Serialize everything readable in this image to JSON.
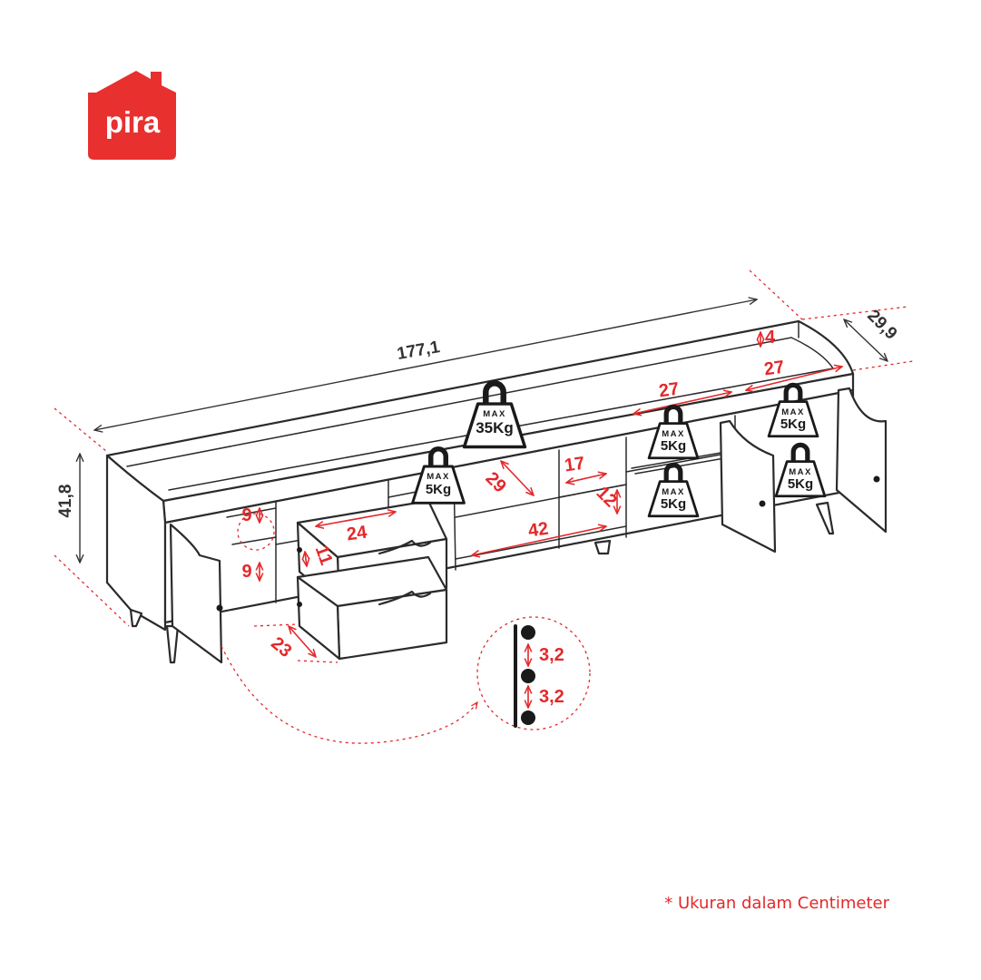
{
  "brand": {
    "name": "pira",
    "color": "#e8302f"
  },
  "accent_color": "#e4282b",
  "line_color": "#2b2b2b",
  "dimensions": {
    "overall_width": "177,1",
    "overall_depth": "29,9",
    "overall_height": "41,8",
    "top_rail": "4",
    "right_shelf_top_left": "27",
    "right_shelf_top_right": "27",
    "center_shelf_depth": "29",
    "small_shelf_width": "17",
    "small_shelf_height": "12",
    "lower_shelf_width": "42",
    "drawer_width": "24",
    "drawer_height": "11",
    "drawer_depth": "23",
    "left_compartment_upper": "9",
    "left_compartment_lower": "9",
    "hole_spacing_1": "3,2",
    "hole_spacing_2": "3,2"
  },
  "weight_limits": {
    "top": {
      "label": "MAX",
      "value": "35Kg"
    },
    "left_shelf": {
      "label": "MAX",
      "value": "5Kg"
    },
    "middle_upper": {
      "label": "MAX",
      "value": "5Kg"
    },
    "middle_lower": {
      "label": "MAX",
      "value": "5Kg"
    },
    "right_upper": {
      "label": "MAX",
      "value": "5Kg"
    },
    "right_lower": {
      "label": "MAX",
      "value": "5Kg"
    }
  },
  "footnote": "* Ukuran dalam Centimeter"
}
